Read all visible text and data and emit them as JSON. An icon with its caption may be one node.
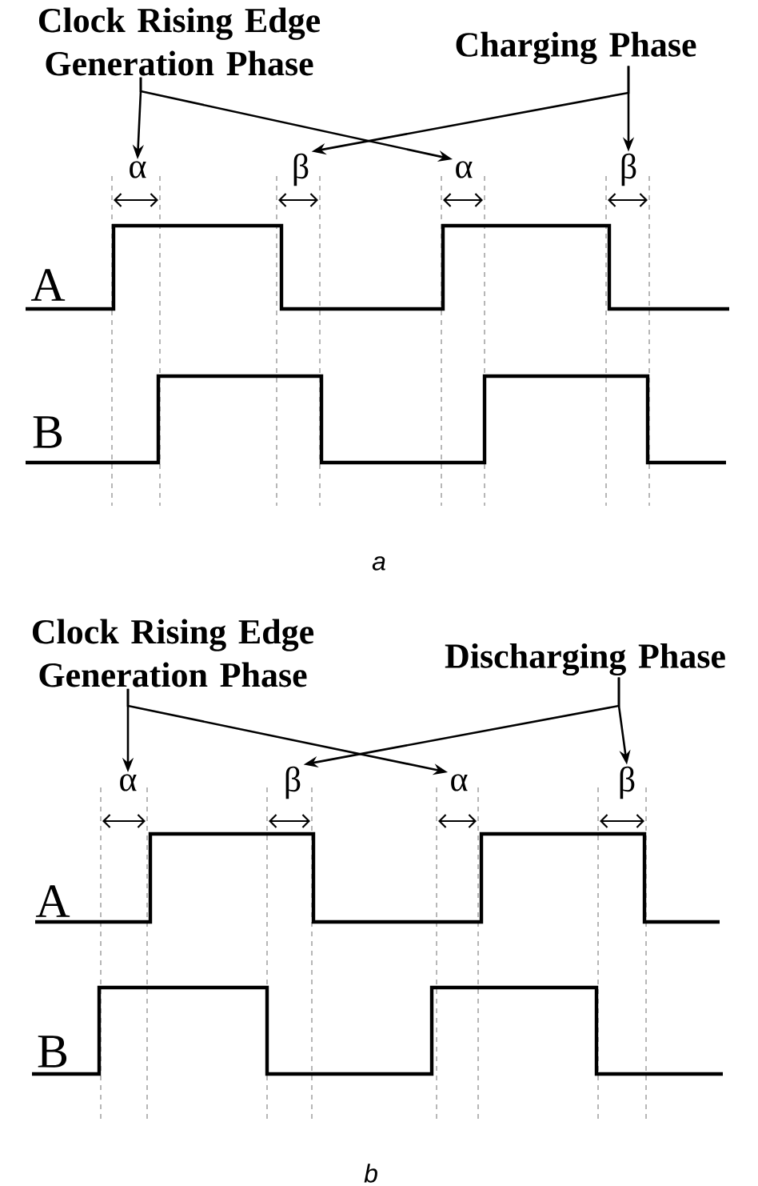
{
  "diagram": {
    "nodes": [
      {
        "text": [
          "Clock Rising Edge Generation Phase"
        ]
      },
      {
        "text": [
          "Charging Phase"
        ]
      },
      {
        "text": [
          "α"
        ]
      },
      {
        "text": [
          "β"
        ]
      },
      {
        "text": [
          "α"
        ]
      },
      {
        "text": [
          "β"
        ]
      },
      {
        "text": [
          "Clock Rising Edge Generation Phase"
        ]
      },
      {
        "text": [
          "Discharging Phase"
        ]
      },
      {
        "text": [
          "α"
        ]
      },
      {
        "text": [
          "β"
        ]
      },
      {
        "text": [
          "α"
        ]
      },
      {
        "text": [
          "β"
        ]
      }
    ],
    "edges": [
      {
        "from": 0,
        "to": 2,
        "arrow": "to"
      },
      {
        "from": 0,
        "to": 4,
        "arrow": "to"
      },
      {
        "from": 1,
        "to": 5,
        "arrow": "to"
      },
      {
        "from": 1,
        "to": 3,
        "arrow": "to"
      },
      {
        "from": 6,
        "to": 8,
        "arrow": "to"
      },
      {
        "from": 6,
        "to": 10,
        "arrow": "to"
      },
      {
        "from": 7,
        "to": 11,
        "arrow": "to"
      },
      {
        "from": 7,
        "to": 9,
        "arrow": "to"
      }
    ],
    "labels": [
      "A",
      "B",
      "a",
      "A",
      "B",
      "b"
    ]
  }
}
